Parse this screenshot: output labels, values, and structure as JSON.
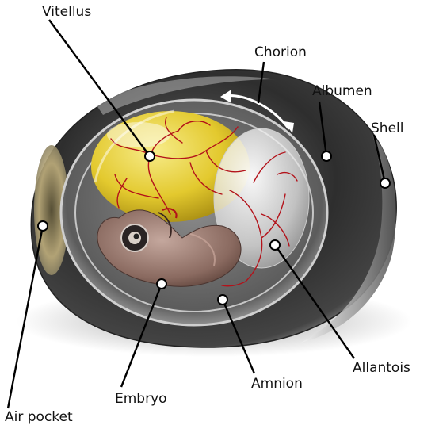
{
  "labels": {
    "vitellus": "Vitellus",
    "chorion": "Chorion",
    "albumen": "Albumen",
    "shell": "Shell",
    "air_pocket": "Air pocket",
    "embryo": "Embryo",
    "amnion": "Amnion",
    "allantois": "Allantois"
  },
  "colors": {
    "shell_dark": "#2b2b2b",
    "shell_light": "#d9d9d9",
    "albumen": "#5a5a5a",
    "yolk": "#e8d23a",
    "vessels": "#b3121a",
    "embryo": "#8a6f66",
    "air_pocket": "#c9b98a"
  },
  "icons": [
    "double-arrow-icon"
  ]
}
